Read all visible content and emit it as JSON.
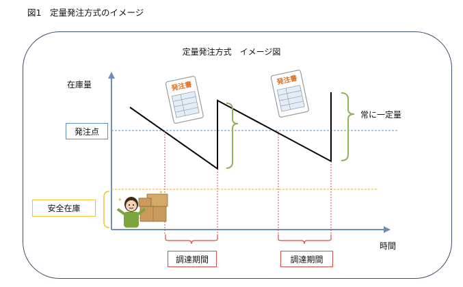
{
  "figure": {
    "caption": "図1　定量発注方式のイメージ",
    "title": "定量発注方式　イメージ図",
    "y_axis_label": "在庫量",
    "x_axis_label": "時間",
    "reorder_point_label": "発注点",
    "safety_stock_label": "安全在庫",
    "constant_quantity_label": "常に一定量",
    "lead_time_labels": [
      "調達期間",
      "調達期間"
    ],
    "order_form_text": "発注書"
  },
  "colors": {
    "reorder_line": "#5b8cc2",
    "safety_line": "#f2c12e",
    "lead_time": "#d94a4a",
    "brace_green": "#8db356",
    "axis": "#6c8db5"
  },
  "icons": [
    "order-form-icon",
    "worker-with-boxes-icon"
  ]
}
